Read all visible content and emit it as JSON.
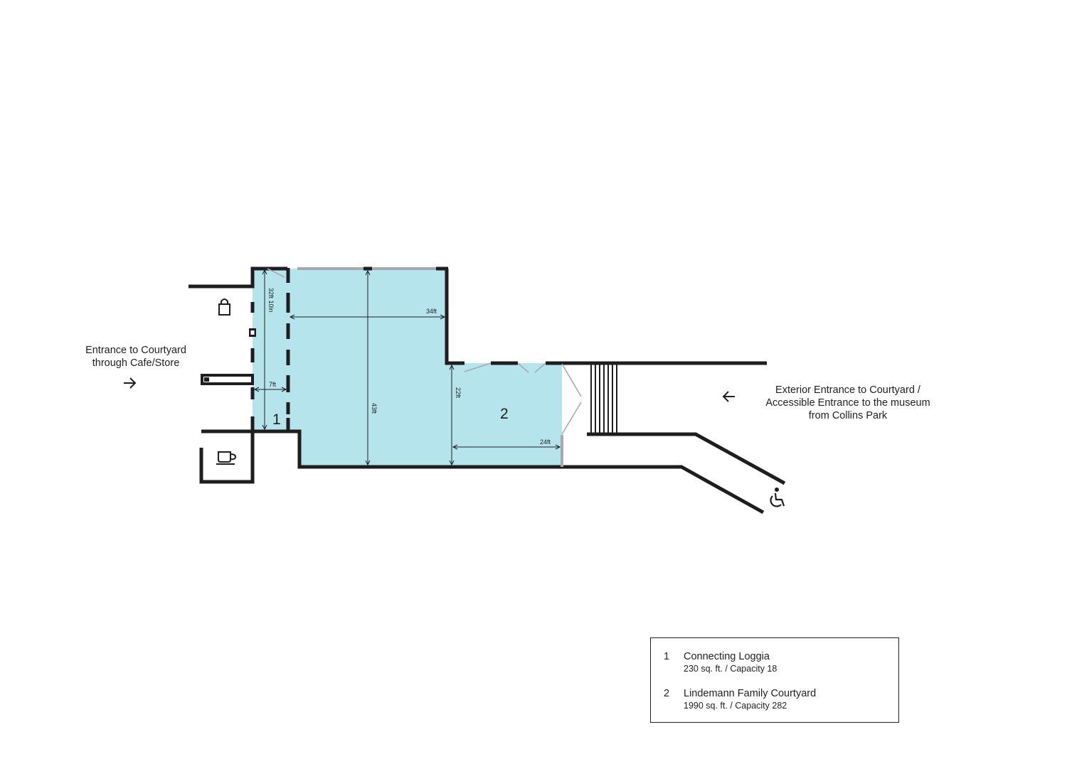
{
  "labels": {
    "cafe_entrance": [
      "Entrance to Courtyard",
      "through Cafe/Store"
    ],
    "exterior_entrance": [
      "Exterior Entrance to Courtyard /",
      "Accessible Entrance to the museum",
      "from Collins Park"
    ]
  },
  "rooms": [
    {
      "number": "1",
      "name": "Connecting Loggia",
      "detail": "230 sq. ft. / Capacity 18"
    },
    {
      "number": "2",
      "name": "Lindemann Family Courtyard",
      "detail": "1990 sq. ft.  / Capacity 282"
    }
  ],
  "dimensions": {
    "loggia_length": "32ft 10in",
    "loggia_width": "7ft",
    "courtyard_width_top": "34ft",
    "courtyard_depth": "43ft",
    "courtyard_east_depth": "22ft",
    "courtyard_east_width": "24ft"
  },
  "icons": {
    "store": "shopping-bag-icon",
    "cafe": "coffee-cup-icon",
    "accessible": "wheelchair-icon",
    "arrow_in": "arrow-right-icon",
    "arrow_out": "arrow-left-icon"
  },
  "colors": {
    "room_fill": "#b5e4ec",
    "wall": "#1e1e1e",
    "glass": "#a7a9ac"
  }
}
